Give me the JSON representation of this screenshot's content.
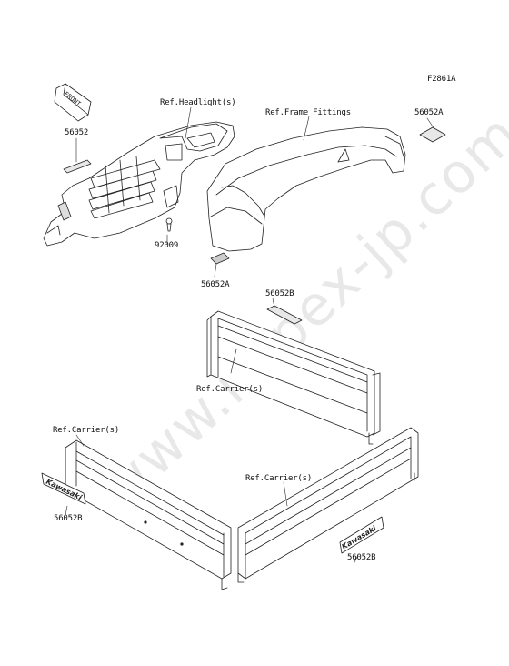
{
  "figure_id": "F2861A",
  "watermark": "www.impex-jp.com",
  "front_tag": "FRONT",
  "emblem_text": "Kawasaki",
  "labels": {
    "ref_headlight": "Ref.Headlight(s)",
    "ref_frame_fittings": "Ref.Frame Fittings",
    "p56052": "56052",
    "p56052A_top": "56052A",
    "p92009": "92009",
    "p56052A_bottom": "56052A",
    "p56052B_top": "56052B",
    "ref_carrier_center": "Ref.Carrier(s)",
    "ref_carrier_left": "Ref.Carrier(s)",
    "ref_carrier_right": "Ref.Carrier(s)",
    "p56052B_left": "56052B",
    "p56052B_right": "56052B"
  }
}
